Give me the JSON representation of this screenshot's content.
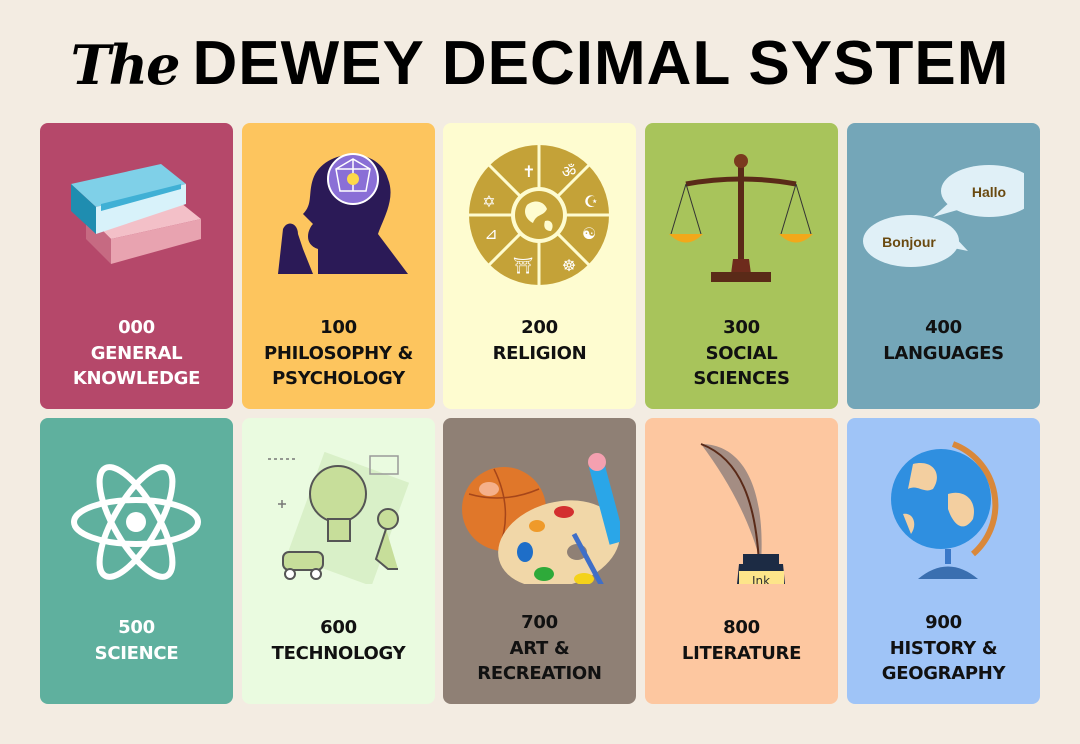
{
  "title": {
    "script": "The",
    "main": "DEWEY DECIMAL SYSTEM"
  },
  "colors": {
    "background": "#f3ece2"
  },
  "categories": [
    {
      "code": "000",
      "lines": [
        "GENERAL",
        "KNOWLEDGE"
      ],
      "color": "#b5486a",
      "icon": "books-icon"
    },
    {
      "code": "100",
      "lines": [
        "PHILOSOPHY &",
        "PSYCHOLOGY"
      ],
      "color": "#fdc55e",
      "icon": "thinking-head-icon"
    },
    {
      "code": "200",
      "lines": [
        "RELIGION"
      ],
      "color": "#fefcd0",
      "icon": "religion-wheel-icon"
    },
    {
      "code": "300",
      "lines": [
        "SOCIAL",
        "SCIENCES"
      ],
      "color": "#a8c45b",
      "icon": "scales-icon"
    },
    {
      "code": "400",
      "lines": [
        "LANGUAGES"
      ],
      "color": "#74a6b8",
      "icon": "speech-bubbles-icon",
      "bubbles": [
        "Hallo",
        "Bonjour"
      ]
    },
    {
      "code": "500",
      "lines": [
        "SCIENCE"
      ],
      "color": "#5fb09e",
      "icon": "atom-icon"
    },
    {
      "code": "600",
      "lines": [
        "TECHNOLOGY"
      ],
      "color": "#eafbe0",
      "icon": "robot-icon"
    },
    {
      "code": "700",
      "lines": [
        "ART &",
        "RECREATION"
      ],
      "color": "#8f8075",
      "icon": "palette-icon"
    },
    {
      "code": "800",
      "lines": [
        "LITERATURE"
      ],
      "color": "#fdc7a0",
      "icon": "quill-ink-icon",
      "ink_label": "Ink"
    },
    {
      "code": "900",
      "lines": [
        "HISTORY &",
        "GEOGRAPHY"
      ],
      "color": "#9fc4f7",
      "icon": "globe-icon"
    }
  ]
}
